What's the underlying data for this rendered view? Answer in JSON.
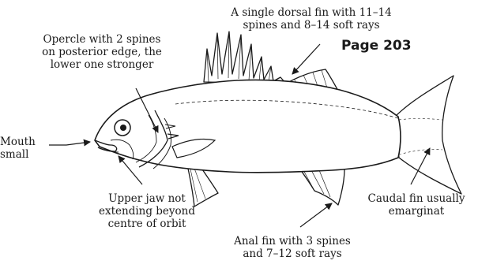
{
  "page_label": "Page 203",
  "labels": {
    "dorsal": [
      "A single dorsal fin with 11–14",
      "spines and 8–14 soft rays"
    ],
    "opercle": [
      "Opercle with 2 spines",
      "on posterior edge, the",
      "lower one stronger"
    ],
    "mouth": [
      "Mouth",
      "small"
    ],
    "jaw": [
      "Upper jaw not",
      "extending beyond",
      "centre of orbit"
    ],
    "anal": [
      "Anal fin with 3 spines",
      "and 7–12 soft rays"
    ],
    "caudal": [
      "Caudal fin usually",
      "emarginat"
    ]
  }
}
